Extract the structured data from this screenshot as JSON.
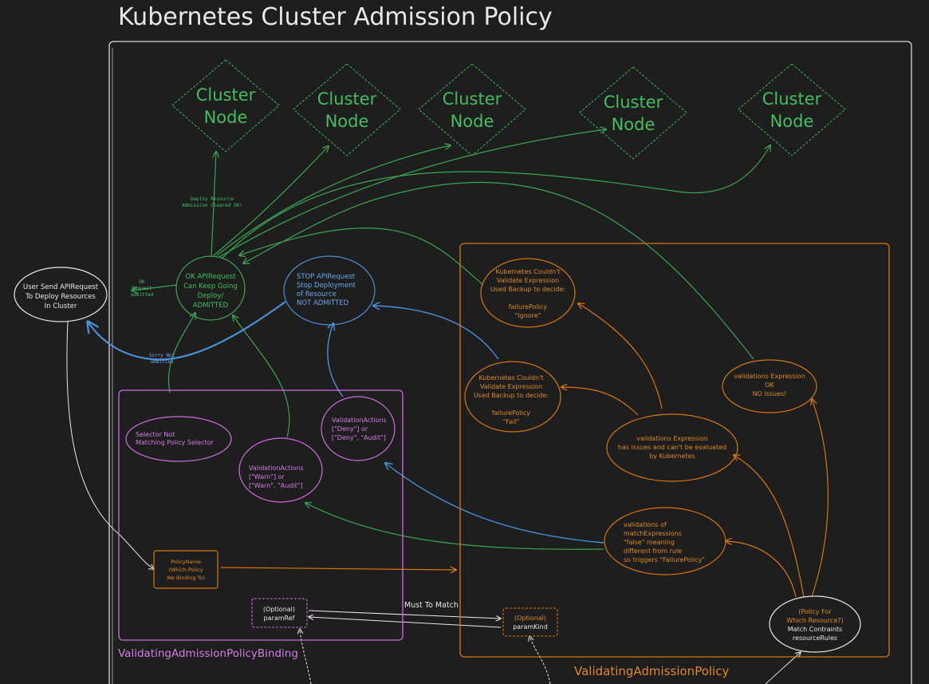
{
  "title": "Kubernetes Cluster Admission Policy",
  "colors": {
    "background": "#1e1e1e",
    "white": "#e8e8e8",
    "green": "#3aa655",
    "green_text": "#3fbf5f",
    "blue": "#4a90d9",
    "blue_text": "#6aa7ea",
    "orange": "#d97706",
    "orange_text": "#e08a1e",
    "purple": "#d06ce0",
    "purple_text": "#d67ce6"
  },
  "nodes": [
    {
      "line1": "Cluster",
      "line2": "Node"
    },
    {
      "line1": "Cluster",
      "line2": "Node"
    },
    {
      "line1": "Cluster",
      "line2": "Node"
    },
    {
      "line1": "Cluster",
      "line2": "Node"
    },
    {
      "line1": "Cluster",
      "line2": "Node"
    }
  ],
  "user": {
    "lines": [
      "User Send APIRequest",
      "To Deploy Resources",
      "In Cluster"
    ]
  },
  "ok_request": {
    "lines": [
      "OK APIRequest",
      "Can Keep Going",
      "Deploy/",
      "ADMITTED"
    ]
  },
  "stop_request": {
    "lines": [
      "STOP APIRequest",
      "Stop Deployment",
      "of Resource",
      "NOT ADMITTED"
    ]
  },
  "labels": {
    "deploy": [
      "Deploy Resource",
      "Admission Cleared OK!"
    ],
    "ok_admitted": [
      "OK",
      "Request",
      "admitted"
    ],
    "sorry": [
      "Sorry Not",
      "admitted"
    ],
    "must_match": "Must To Match"
  },
  "binding": {
    "title": "ValidatingAdmissionPolicyBinding",
    "selector": [
      "Selector Not",
      "Matching Policy Selector"
    ],
    "warn": [
      "ValidationActions",
      "[\"Warn\"] or",
      "[\"Warn\", \"Audit\"]"
    ],
    "deny": [
      "ValidationActions",
      "[\"Deny\"] or",
      "[\"Deny\", \"Audit\"]"
    ],
    "policy_name": [
      "PolicyName",
      "(Which Policy",
      "We Binding To)"
    ],
    "param_ref": [
      "(Optional)",
      "paramRef"
    ]
  },
  "policy": {
    "title": "ValidatingAdmissionPolicy",
    "ignore": [
      "Kubernetes Couldn't",
      "Validate Expression",
      "Used Backup to decide:",
      "",
      "failurePolicy",
      "\"Ignore\""
    ],
    "fail": [
      "Kubernetes Couldn't",
      "Validate Expression",
      "Used Backup to decide:",
      "",
      "failurePolicy",
      "\"Fail\""
    ],
    "ok_expr": [
      "validations Expression",
      "OK",
      "NO issues!"
    ],
    "issues": [
      "validations Expression",
      "has issues and can't be evaluated",
      "by Kubernetes"
    ],
    "match_false": [
      "validations of",
      "matchExpressions",
      "\"false\" meaning",
      "different from rule",
      "so triggers \"FailurePolicy\""
    ],
    "resource": [
      "(Policy For",
      "Which Resource?)",
      "Match Contraints",
      "resourceRules"
    ],
    "param_kind": [
      "(Optional)",
      "paramKind"
    ]
  }
}
